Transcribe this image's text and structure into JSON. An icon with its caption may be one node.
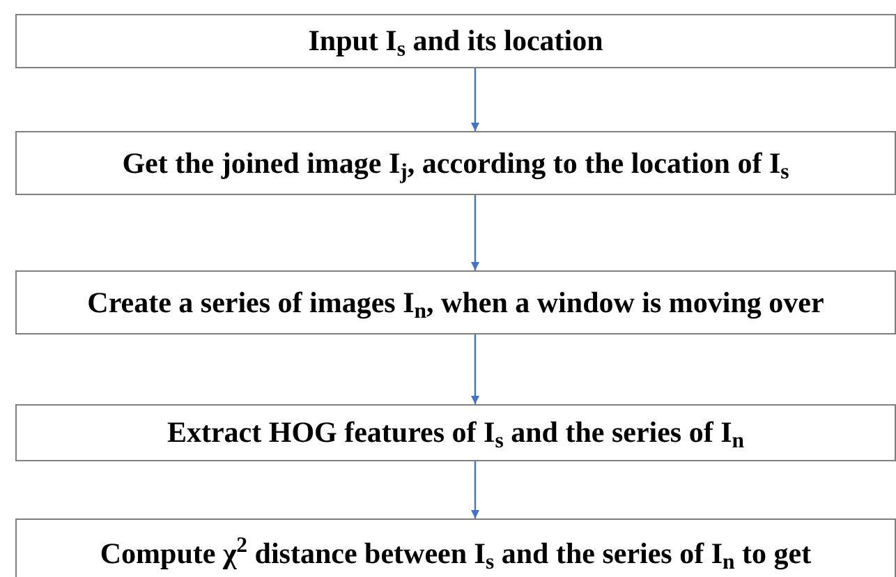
{
  "diagram": {
    "nodes": [
      {
        "text": [
          "Input I$_{s}$ and its location"
        ]
      },
      {
        "text": [
          "Get the joined image I$_{j}$, according to the location of I$_{s}$"
        ]
      },
      {
        "text": [
          "Create a series of images I$_{n}$, when a window is moving over"
        ]
      },
      {
        "text": [
          "Extract HOG features of I$_{s}$ and the series of I$_{n}$"
        ]
      },
      {
        "text": [
          "Compute χ$^{2}$ distance between I$_{s}$ and the series of I$_{n}$ to get"
        ]
      }
    ],
    "edges": [
      {
        "from": 0,
        "to": 1,
        "arrow": "to"
      },
      {
        "from": 1,
        "to": 2,
        "arrow": "to"
      },
      {
        "from": 2,
        "to": 3,
        "arrow": "to"
      },
      {
        "from": 3,
        "to": 4,
        "arrow": "to"
      }
    ]
  }
}
